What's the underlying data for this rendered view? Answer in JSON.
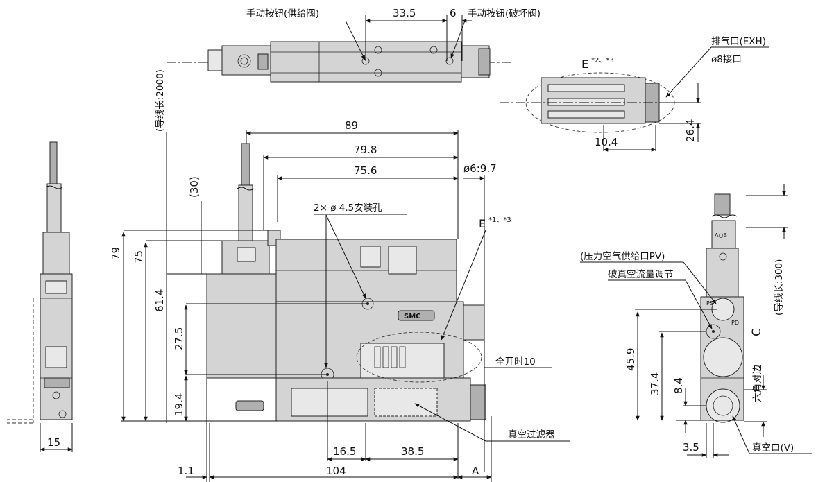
{
  "labels": {
    "manual_button_supply": "手动按钮(供给阀)",
    "manual_button_release": "手动按钮(破坏阀)",
    "exhaust_port": "排气口(EXH)",
    "fitting_8": "ø8接口",
    "detail_e2": "E",
    "detail_e2_sup": "*2、*3",
    "detail_e1": "E",
    "detail_e1_sup": "*1、*3",
    "mounting_holes": "2× ø 4.5安装孔",
    "lead_2000": "(导线长:2000)",
    "lead_300": "(导线长:300)",
    "pressure_supply_port": "(压力空气供给口PV)",
    "release_flow_adjust": "破真空流量调节",
    "full_open": "全开时10",
    "vacuum_filter": "真空过滤器",
    "vacuum_port": "真空口(V)",
    "hex_across": "六角对边",
    "hex_c": "C",
    "logo": "SMC"
  },
  "dimensions": {
    "top_33_5": "33.5",
    "top_6": "6",
    "d_89": "89",
    "d_79_8": "79.8",
    "d_75_6": "75.6",
    "d_phi6_9_7": "ø6:9.7",
    "d_30": "(30)",
    "d_79": "79",
    "d_75": "75",
    "d_61_4": "61.4",
    "d_27_5": "27.5",
    "d_19_4": "19.4",
    "d_16_5": "16.5",
    "d_38_5": "38.5",
    "d_1_1": "1.1",
    "d_104": "104",
    "d_a": "A",
    "d_15": "15",
    "d_10_4": "10.4",
    "d_26_4": "26.4",
    "d_45_9": "45.9",
    "d_37_4": "37.4",
    "d_8_4": "8.4",
    "d_3_5": "3.5"
  }
}
